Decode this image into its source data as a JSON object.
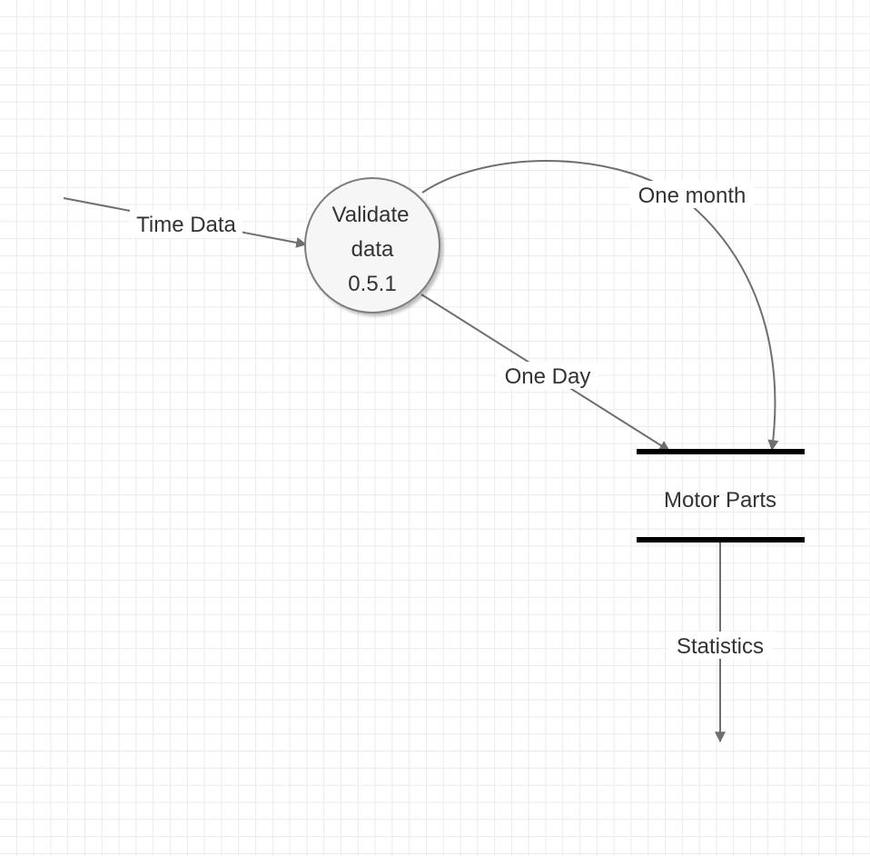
{
  "process": {
    "name_line1": "Validate",
    "name_line2": "data",
    "id": "0.5.1"
  },
  "data_store": {
    "name": "Motor Parts"
  },
  "flows": {
    "time_data": "Time Data",
    "one_month": "One month",
    "one_day": "One Day",
    "statistics": "Statistics"
  }
}
